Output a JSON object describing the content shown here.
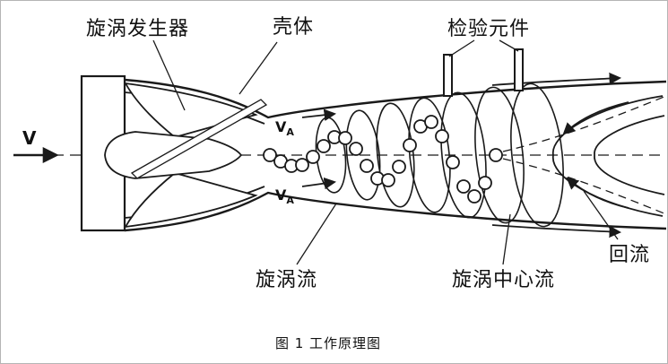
{
  "figure": {
    "caption": "图 1 工作原理图"
  },
  "labels": {
    "vortex_generator": "旋涡发生器",
    "shell": "壳体",
    "detection_element": "检验元件",
    "vortex_flow": "旋涡流",
    "vortex_center_flow": "旋涡中心流",
    "backflow": "回流",
    "inlet_velocity": "V",
    "axial_velocity": {
      "main": "V",
      "sub": "A"
    }
  },
  "colors": {
    "line": "#1a1a1a",
    "background": "#ffffff"
  }
}
